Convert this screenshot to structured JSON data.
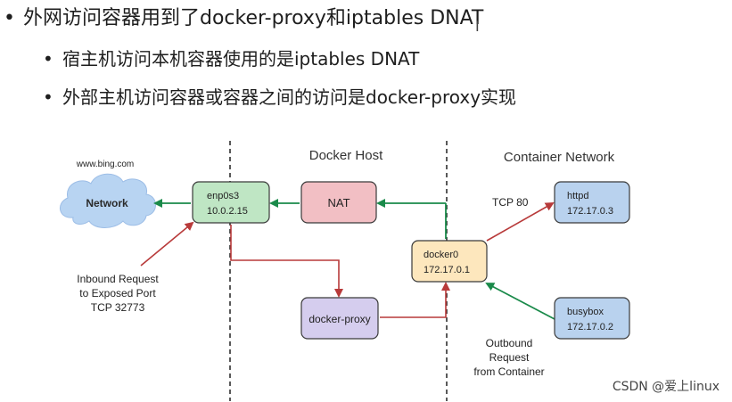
{
  "bullets": {
    "main": "外网访问容器用到了docker-proxy和iptables DNAT",
    "sub1": "宿主机访问本机容器使用的是iptables DNAT",
    "sub2": "外部主机访问容器或容器之间的访问是docker-proxy实现"
  },
  "diagram": {
    "url": "www.bing.com",
    "network": "Network",
    "enp_name": "enp0s3",
    "enp_ip": "10.0.2.15",
    "docker_host": "Docker Host",
    "nat": "NAT",
    "container_network": "Container Network",
    "tcp80": "TCP 80",
    "httpd_name": "httpd",
    "httpd_ip": "172.17.0.3",
    "docker0_name": "docker0",
    "docker0_ip": "172.17.0.1",
    "proxy": "docker-proxy",
    "busybox_name": "busybox",
    "busybox_ip": "172.17.0.2",
    "inbound_1": "Inbound Request",
    "inbound_2": "to Exposed Port",
    "inbound_3": "TCP 32773",
    "outbound_1": "Outbound",
    "outbound_2": "Request",
    "outbound_3": "from Container"
  },
  "watermark": "CSDN @爱上linux",
  "colors": {
    "green_arrow": "#1a8a4a",
    "red_arrow": "#b83a3a",
    "enp_fill": "#bfe6c4",
    "nat_fill": "#f2bfc4",
    "docker0_fill": "#fde7bd",
    "proxy_fill": "#d5cdee",
    "container_fill": "#b9d2ee",
    "cloud_fill": "#b8d4f2"
  }
}
